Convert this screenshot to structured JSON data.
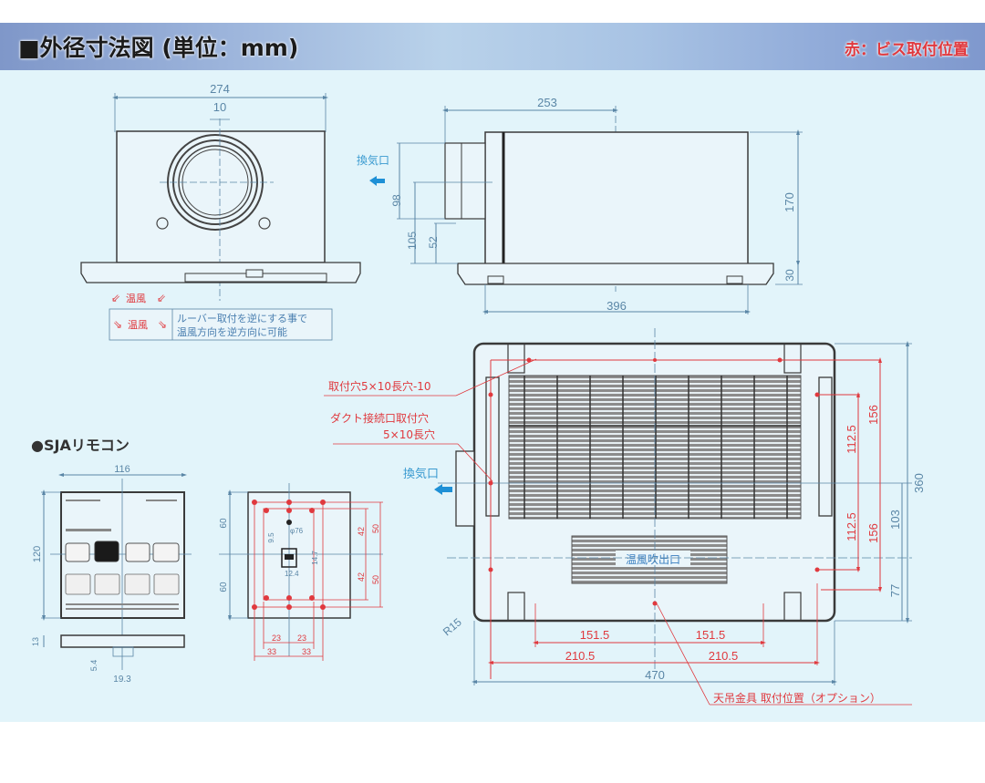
{
  "header": {
    "title": "■外径寸法図 (単位：mm)",
    "legend": "赤：ビス取付位置",
    "legend_color": "#e0393e"
  },
  "colors": {
    "background": "#e2f4fa",
    "outline": "#3a3a3a",
    "dimension_blue": "#5a86a6",
    "dimension_red": "#e0393e",
    "airflow_arrow": "#1e90d6"
  },
  "front_view": {
    "width_dim": "274",
    "offset_dim": "10",
    "warm_air_label_top": "温風",
    "warm_air_label_bottom": "温風",
    "note_line1": "ルーバー取付を逆にする事で",
    "note_line2": "温風方向を逆方向に可能"
  },
  "side_view": {
    "depth_dim": "253",
    "height_dim": "170",
    "flange_dim": "30",
    "width_dim": "396",
    "duct_dia_dim": "98",
    "duct_height_dim": "105",
    "duct_offset_dim": "52",
    "exhaust_label": "換気口"
  },
  "bottom_view": {
    "mount_hole_label": "取付穴5×10長穴-10",
    "duct_hole_label_line1": "ダクト接続口取付穴",
    "duct_hole_label_line2": "5×10長穴",
    "exhaust_label": "換気口",
    "outlet_label": "温風吹出口",
    "corner_radius": "R15",
    "dim_151_left": "151.5",
    "dim_151_right": "151.5",
    "dim_210_left": "210.5",
    "dim_210_right": "210.5",
    "total_width": "470",
    "total_depth": "360",
    "dim_112_top": "112.5",
    "dim_112_bottom": "112.5",
    "dim_156_top": "156",
    "dim_156_bottom": "156",
    "dim_103": "103",
    "dim_77": "77",
    "hanger_label": "天吊金具 取付位置（オプション）"
  },
  "remote": {
    "section_title": "●SJAリモコン",
    "width_dim": "116",
    "height_dim": "120",
    "thickness_dim": "13",
    "base_dim_a": "5.4",
    "base_dim_b": "19.3"
  },
  "mount_plate": {
    "dim_60_top": "60",
    "dim_60_bottom": "60",
    "dim_42_top": "42",
    "dim_42_bottom": "42",
    "dim_50_top": "50",
    "dim_50_bottom": "50",
    "dim_23_left": "23",
    "dim_23_right": "23",
    "dim_33_left": "33",
    "dim_33_right": "33",
    "dim_9_5": "9.5",
    "dim_phi76": "φ76",
    "dim_14_7": "14.7",
    "dim_12_4": "12.4"
  }
}
